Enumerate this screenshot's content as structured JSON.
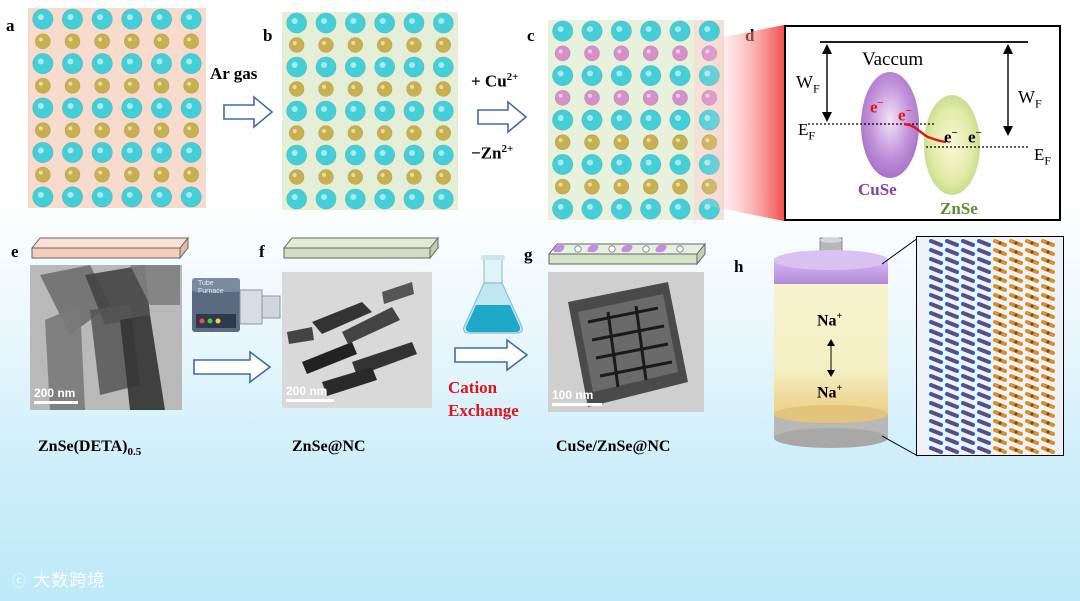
{
  "panels": {
    "a": "a",
    "b": "b",
    "c": "c",
    "d": "d",
    "e": "e",
    "f": "f",
    "g": "g",
    "h": "h"
  },
  "arrows": {
    "ar_gas": "Ar gas",
    "plus_cu": "+ Cu",
    "plus_cu_sup": "2+",
    "minus_zn": "−Zn",
    "minus_zn_sup": "2+",
    "cation_line1": "Cation",
    "cation_line2": "Exchange"
  },
  "diagram_d": {
    "vacuum": "Vaccum",
    "wf": "W",
    "wf_sub": "F",
    "ef": "E",
    "ef_sub": "F",
    "electron": "e",
    "electron_sup": "−",
    "cuse": "CuSe",
    "znse": "ZnSe"
  },
  "furnace_label": "Tube Furnace",
  "scale_bars": {
    "e": "200 nm",
    "f": "200 nm",
    "g": "100 nm"
  },
  "captions": {
    "e_main": "ZnSe(DETA)",
    "e_sub": "0.5",
    "f": "ZnSe@NC",
    "g": "CuSe/ZnSe@NC"
  },
  "battery": {
    "ion": "Na",
    "ion_sup": "+"
  },
  "watermark": "大数跨境",
  "colors": {
    "zn_atom": "#44cfd8",
    "se_atom": "#c9b04e",
    "cu_atom": "#d78fc9",
    "cuse_label": "#8a3fa6",
    "znse_label": "#5a8f2a",
    "cation_label": "#e0141c"
  }
}
